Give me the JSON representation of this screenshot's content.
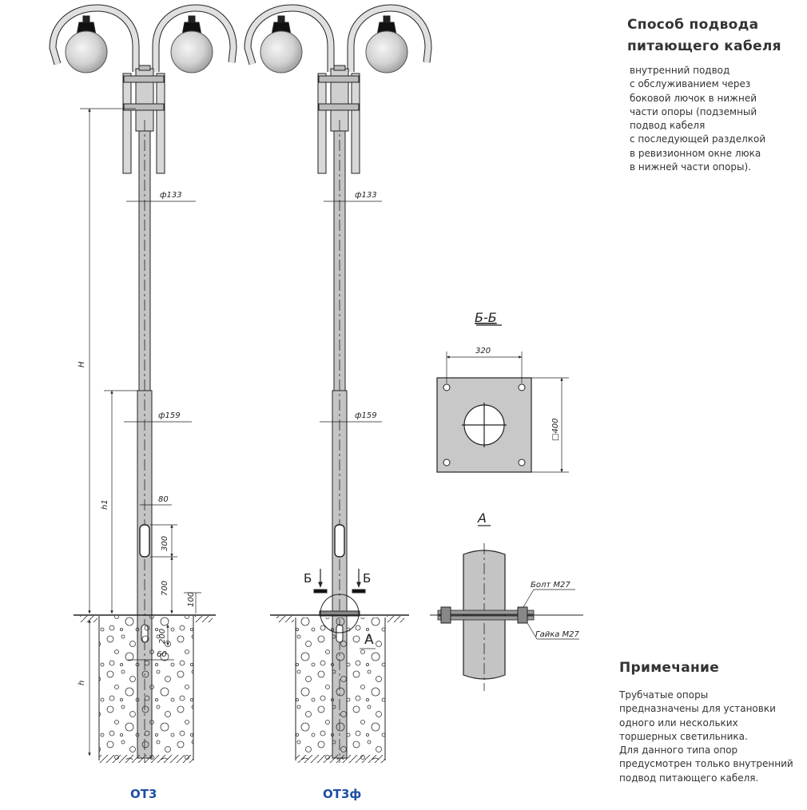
{
  "title_lines": [
    "Способ подвода",
    "питающего кабеля"
  ],
  "description_lines": [
    "внутренний подвод",
    "с обслуживанием через",
    "боковой лючок в нижней",
    "части опоры (подземный",
    "подвод кабеля",
    "с последующей разделкой",
    "в ревизионном окне люка",
    "в нижней части опоры)."
  ],
  "note_title": "Примечание",
  "note_lines": [
    "Трубчатые опоры",
    "предназначены для установки",
    "одного или нескольких",
    "торшерных светильника.",
    "Для данного типа опор",
    "предусмотрен только внутренний",
    "подвод питающего кабеля."
  ],
  "pole_labels": {
    "left": "ОТ3",
    "right": "ОТ3ф"
  },
  "dimensions": {
    "d133": "ф133",
    "d159": "ф159",
    "H": "H",
    "h1": "h1",
    "h": "h",
    "w80": "80",
    "v300": "300",
    "v700": "700",
    "v100": "100",
    "v200": "200",
    "w60": "60"
  },
  "section_bb": {
    "title": "Б-Б",
    "width": "320",
    "side": "□400"
  },
  "section_a": {
    "title": "А",
    "bolt": "Болт М27",
    "nut": "Гайка М27"
  },
  "section_marks": {
    "b_left": "Б",
    "b_right": "Б",
    "a_mark": "А"
  },
  "colors": {
    "label_blue": "#1f4ea3",
    "line": "#222222",
    "fill_gray": "#bdbdbd"
  }
}
